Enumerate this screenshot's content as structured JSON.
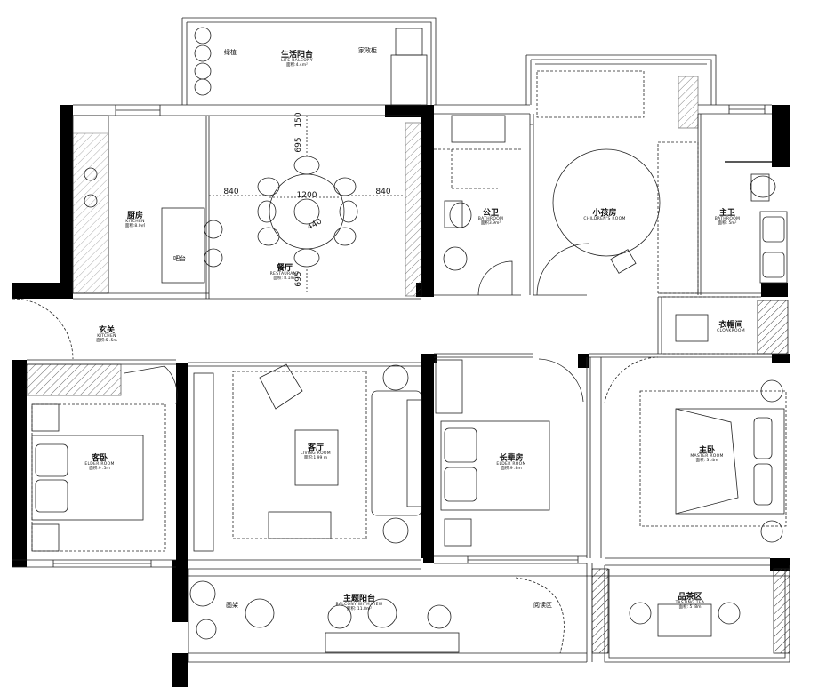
{
  "rooms": {
    "life_balcony": {
      "zh": "生活阳台",
      "en": "LIFE BALCONY",
      "area": "面积:4.4m²"
    },
    "kitchen": {
      "zh": "厨房",
      "en": "KITCHEN",
      "area": "面积:8.0㎡"
    },
    "restaurant": {
      "zh": "餐厅",
      "en": "RESTAURANT",
      "area": "面积: 8.1m²"
    },
    "public_bath": {
      "zh": "公卫",
      "en": "BATHROOM",
      "area": "面积3.9m²"
    },
    "children": {
      "zh": "小孩房",
      "en": "CHILDREN'S ROOM",
      "area": ""
    },
    "master_bath": {
      "zh": "主卫",
      "en": "BATHROOM",
      "area": "面积: 5m²"
    },
    "cloakroom": {
      "zh": "衣帽间",
      "en": "CLOAKROOM",
      "area": ""
    },
    "foyer": {
      "zh": "玄关",
      "en": "KITCHEN",
      "area": "面积:5 .5m"
    },
    "elder_room_left": {
      "zh": "客卧",
      "en": "ELDER ROOM",
      "area": "面积:9 .5m"
    },
    "living": {
      "zh": "客厅",
      "en": "LIVING ROOM",
      "area": "面积:1 99 m"
    },
    "elder_room": {
      "zh": "长辈房",
      "en": "ELDER ROOM",
      "area": "面积:9 .8m"
    },
    "master_room": {
      "zh": "主卧",
      "en": "MASTER ROOM",
      "area": "面积: 3 .4m"
    },
    "main_balcony": {
      "zh": "主题阳台",
      "en": "BALCONY WITH VIEW",
      "area": "面积: 11.8m²"
    },
    "tea": {
      "zh": "品茶区",
      "en": "TASTING TEA",
      "area": "面积: 5 .8m"
    }
  },
  "annotations": {
    "plants": "绿植",
    "appliance_cabinet": "家政柜",
    "bar": "吧台",
    "painting": "画架",
    "reading": "阅读区"
  },
  "dimensions": {
    "top_150": "150",
    "top_695": "695",
    "width_840_left": "840",
    "table_1200": "1200",
    "width_840_right": "840",
    "diag_440": "440",
    "bottom_695": "695"
  }
}
